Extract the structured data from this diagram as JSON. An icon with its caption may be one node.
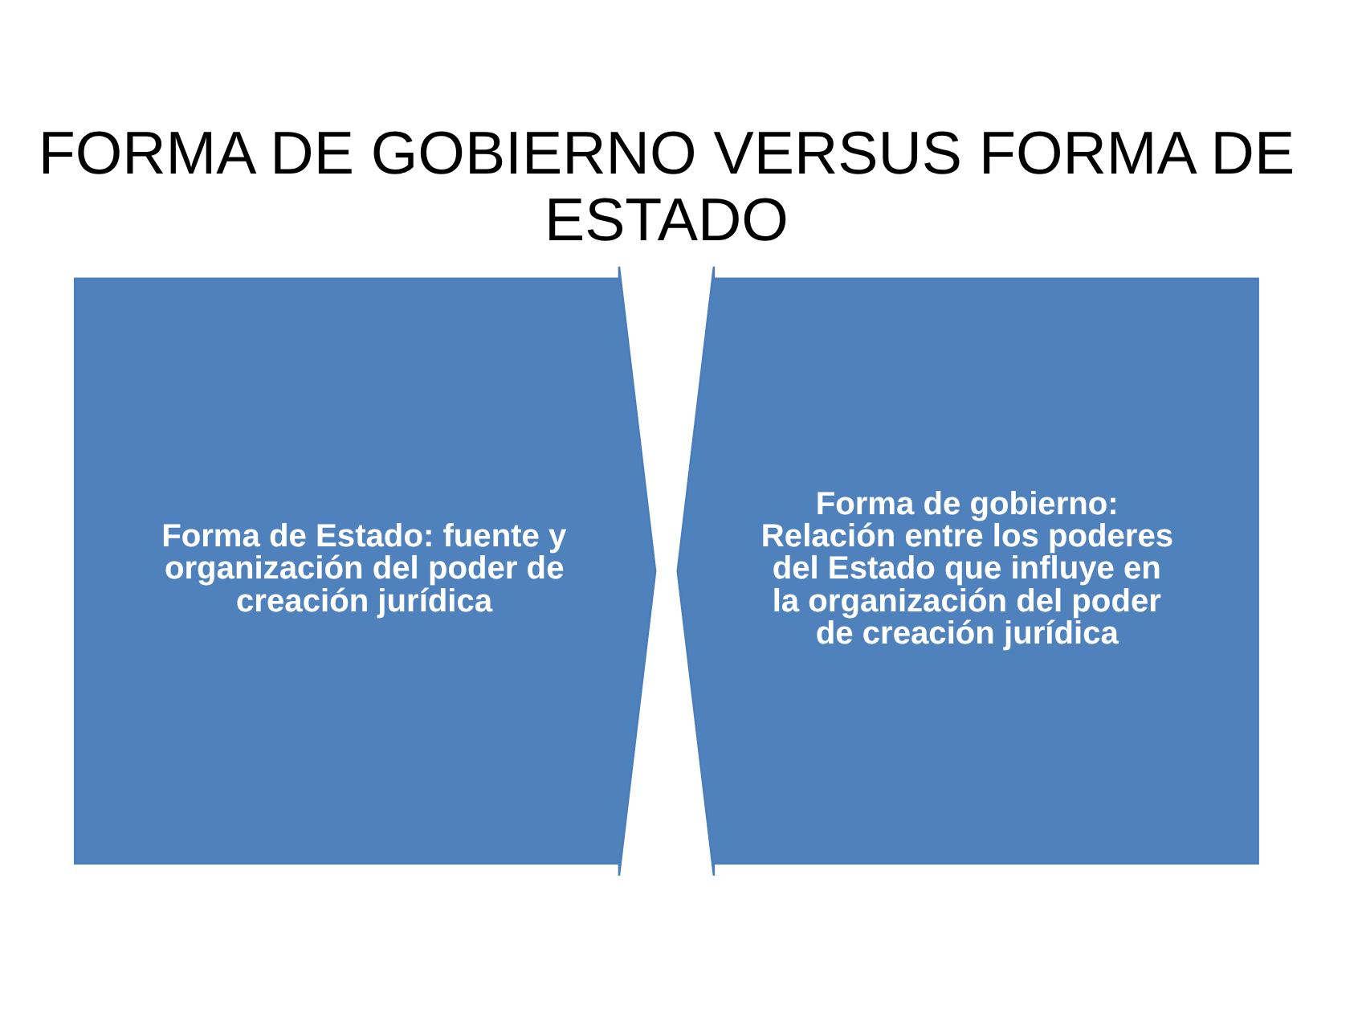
{
  "diagram": {
    "title": "FORMA DE GOBIERNO VERSUS FORMA DE ESTADO",
    "nodes": [
      {
        "text": [
          "Forma de Estado: fuente y organización del poder de creación jurídica"
        ]
      },
      {
        "text": [
          "Forma de gobierno: Relación entre los poderes del Estado que influye en la organización del poder de creación jurídica"
        ]
      }
    ]
  }
}
